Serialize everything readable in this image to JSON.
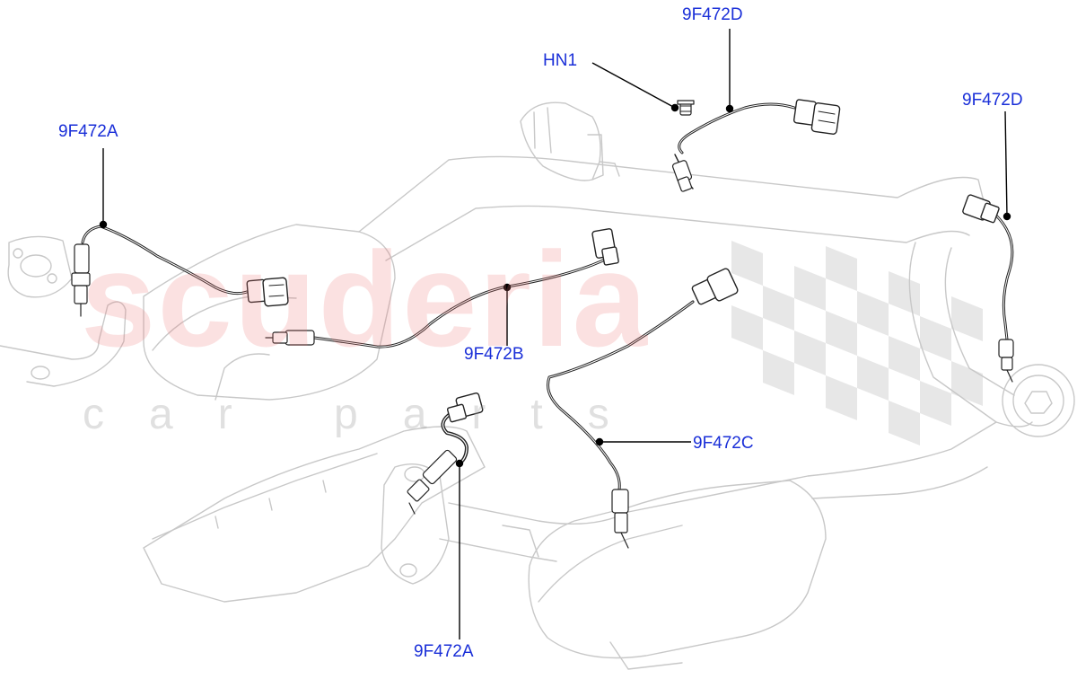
{
  "diagram": {
    "callouts": [
      {
        "id": "c1",
        "label": "9F472D"
      },
      {
        "id": "c2",
        "label": "HN1"
      },
      {
        "id": "c3",
        "label": "9F472D"
      },
      {
        "id": "c4",
        "label": "9F472A"
      },
      {
        "id": "c5",
        "label": "9F472B"
      },
      {
        "id": "c6",
        "label": "9F472C"
      },
      {
        "id": "c7",
        "label": "9F472A"
      }
    ],
    "watermark": {
      "brand": "scuderia",
      "tagline": "car parts"
    },
    "colors": {
      "callout_text": "#1a2fd8",
      "leader_line": "#000000",
      "part_outline": "#c8c8c8",
      "sensor_wire": "#222222",
      "watermark_brand": "#ee7878",
      "watermark_checker": "#d0d0d0"
    }
  }
}
